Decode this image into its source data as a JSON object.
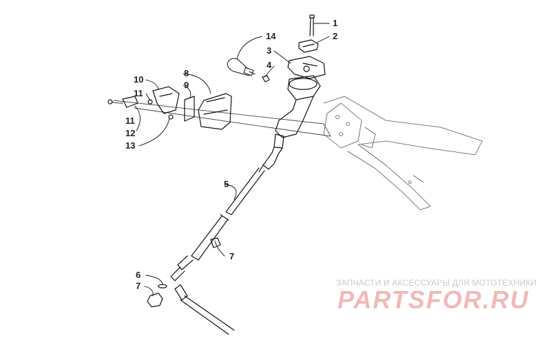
{
  "callouts": [
    "1",
    "2",
    "3",
    "4",
    "5",
    "6",
    "7",
    "7",
    "8",
    "9",
    "10",
    "11",
    "11",
    "12",
    "13",
    "14"
  ],
  "watermark": {
    "subtitle": "ЗАПЧАСТИ И АКСЕССУАРЫ ДЛЯ МОТОТЕХНИКИ",
    "logo": "PARTSFOR.RU"
  }
}
